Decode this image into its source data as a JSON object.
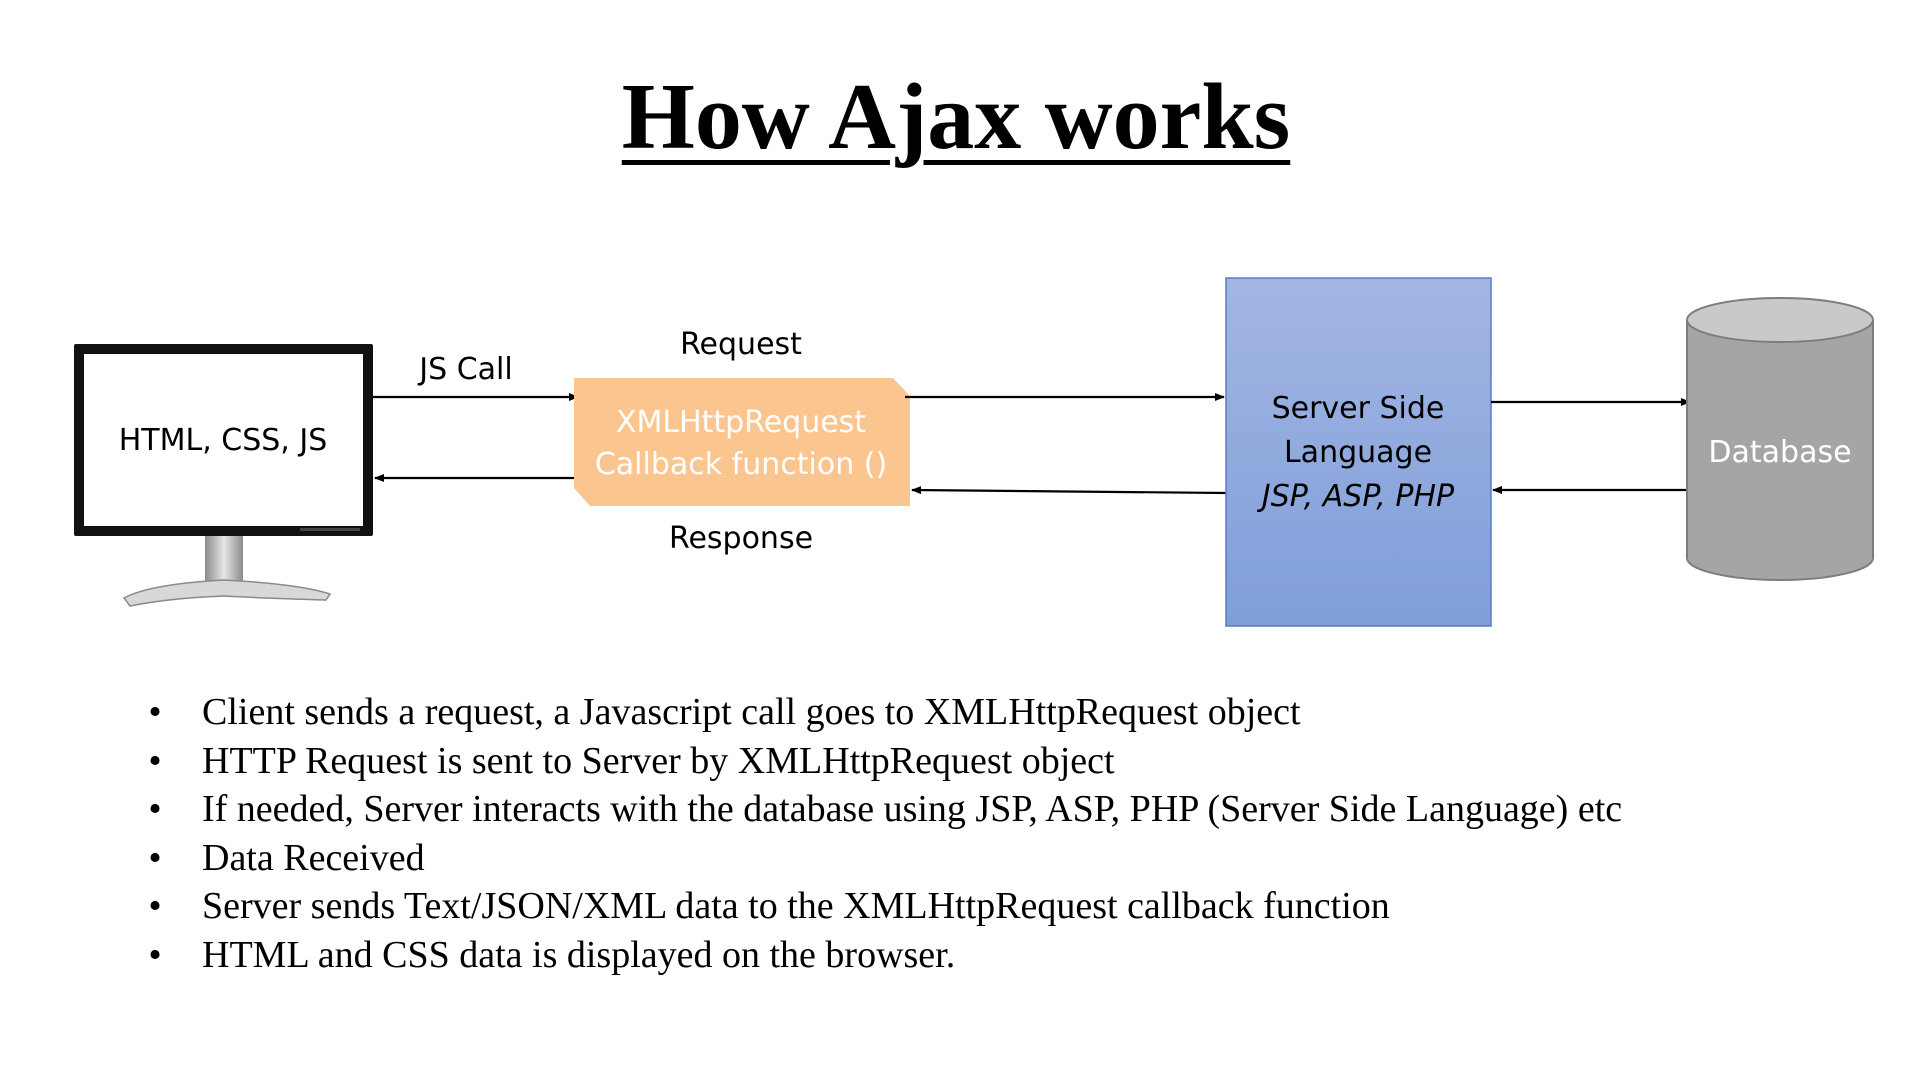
{
  "title": "How Ajax works",
  "diagram": {
    "monitor": {
      "label": "HTML, CSS, JS",
      "icon": "computer-monitor-icon"
    },
    "js_call_label": "JS Call",
    "request_label": "Request",
    "response_label": "Response",
    "xhr_box": {
      "line1": "XMLHttpRequest",
      "line2": "Callback function ()",
      "fill": "#FBC58F",
      "text_color": "#ffffff"
    },
    "server_box": {
      "line1": "Server Side",
      "line2": "Language",
      "line3": "JSP, ASP, PHP",
      "fill_top": "#A3B6E3",
      "fill_bottom": "#7F9ED9"
    },
    "database": {
      "label": "Database",
      "fill": "#A5A5A5",
      "icon": "database-cylinder-icon"
    }
  },
  "bullets": [
    "Client sends a request, a Javascript call goes to XMLHttpRequest object",
    "HTTP Request is sent to Server by XMLHttpRequest object",
    "If needed, Server interacts with the database using JSP, ASP, PHP (Server Side Language) etc",
    "Data Received",
    "Server sends Text/JSON/XML data to the XMLHttpRequest callback function",
    "HTML and CSS data is displayed on the browser."
  ]
}
